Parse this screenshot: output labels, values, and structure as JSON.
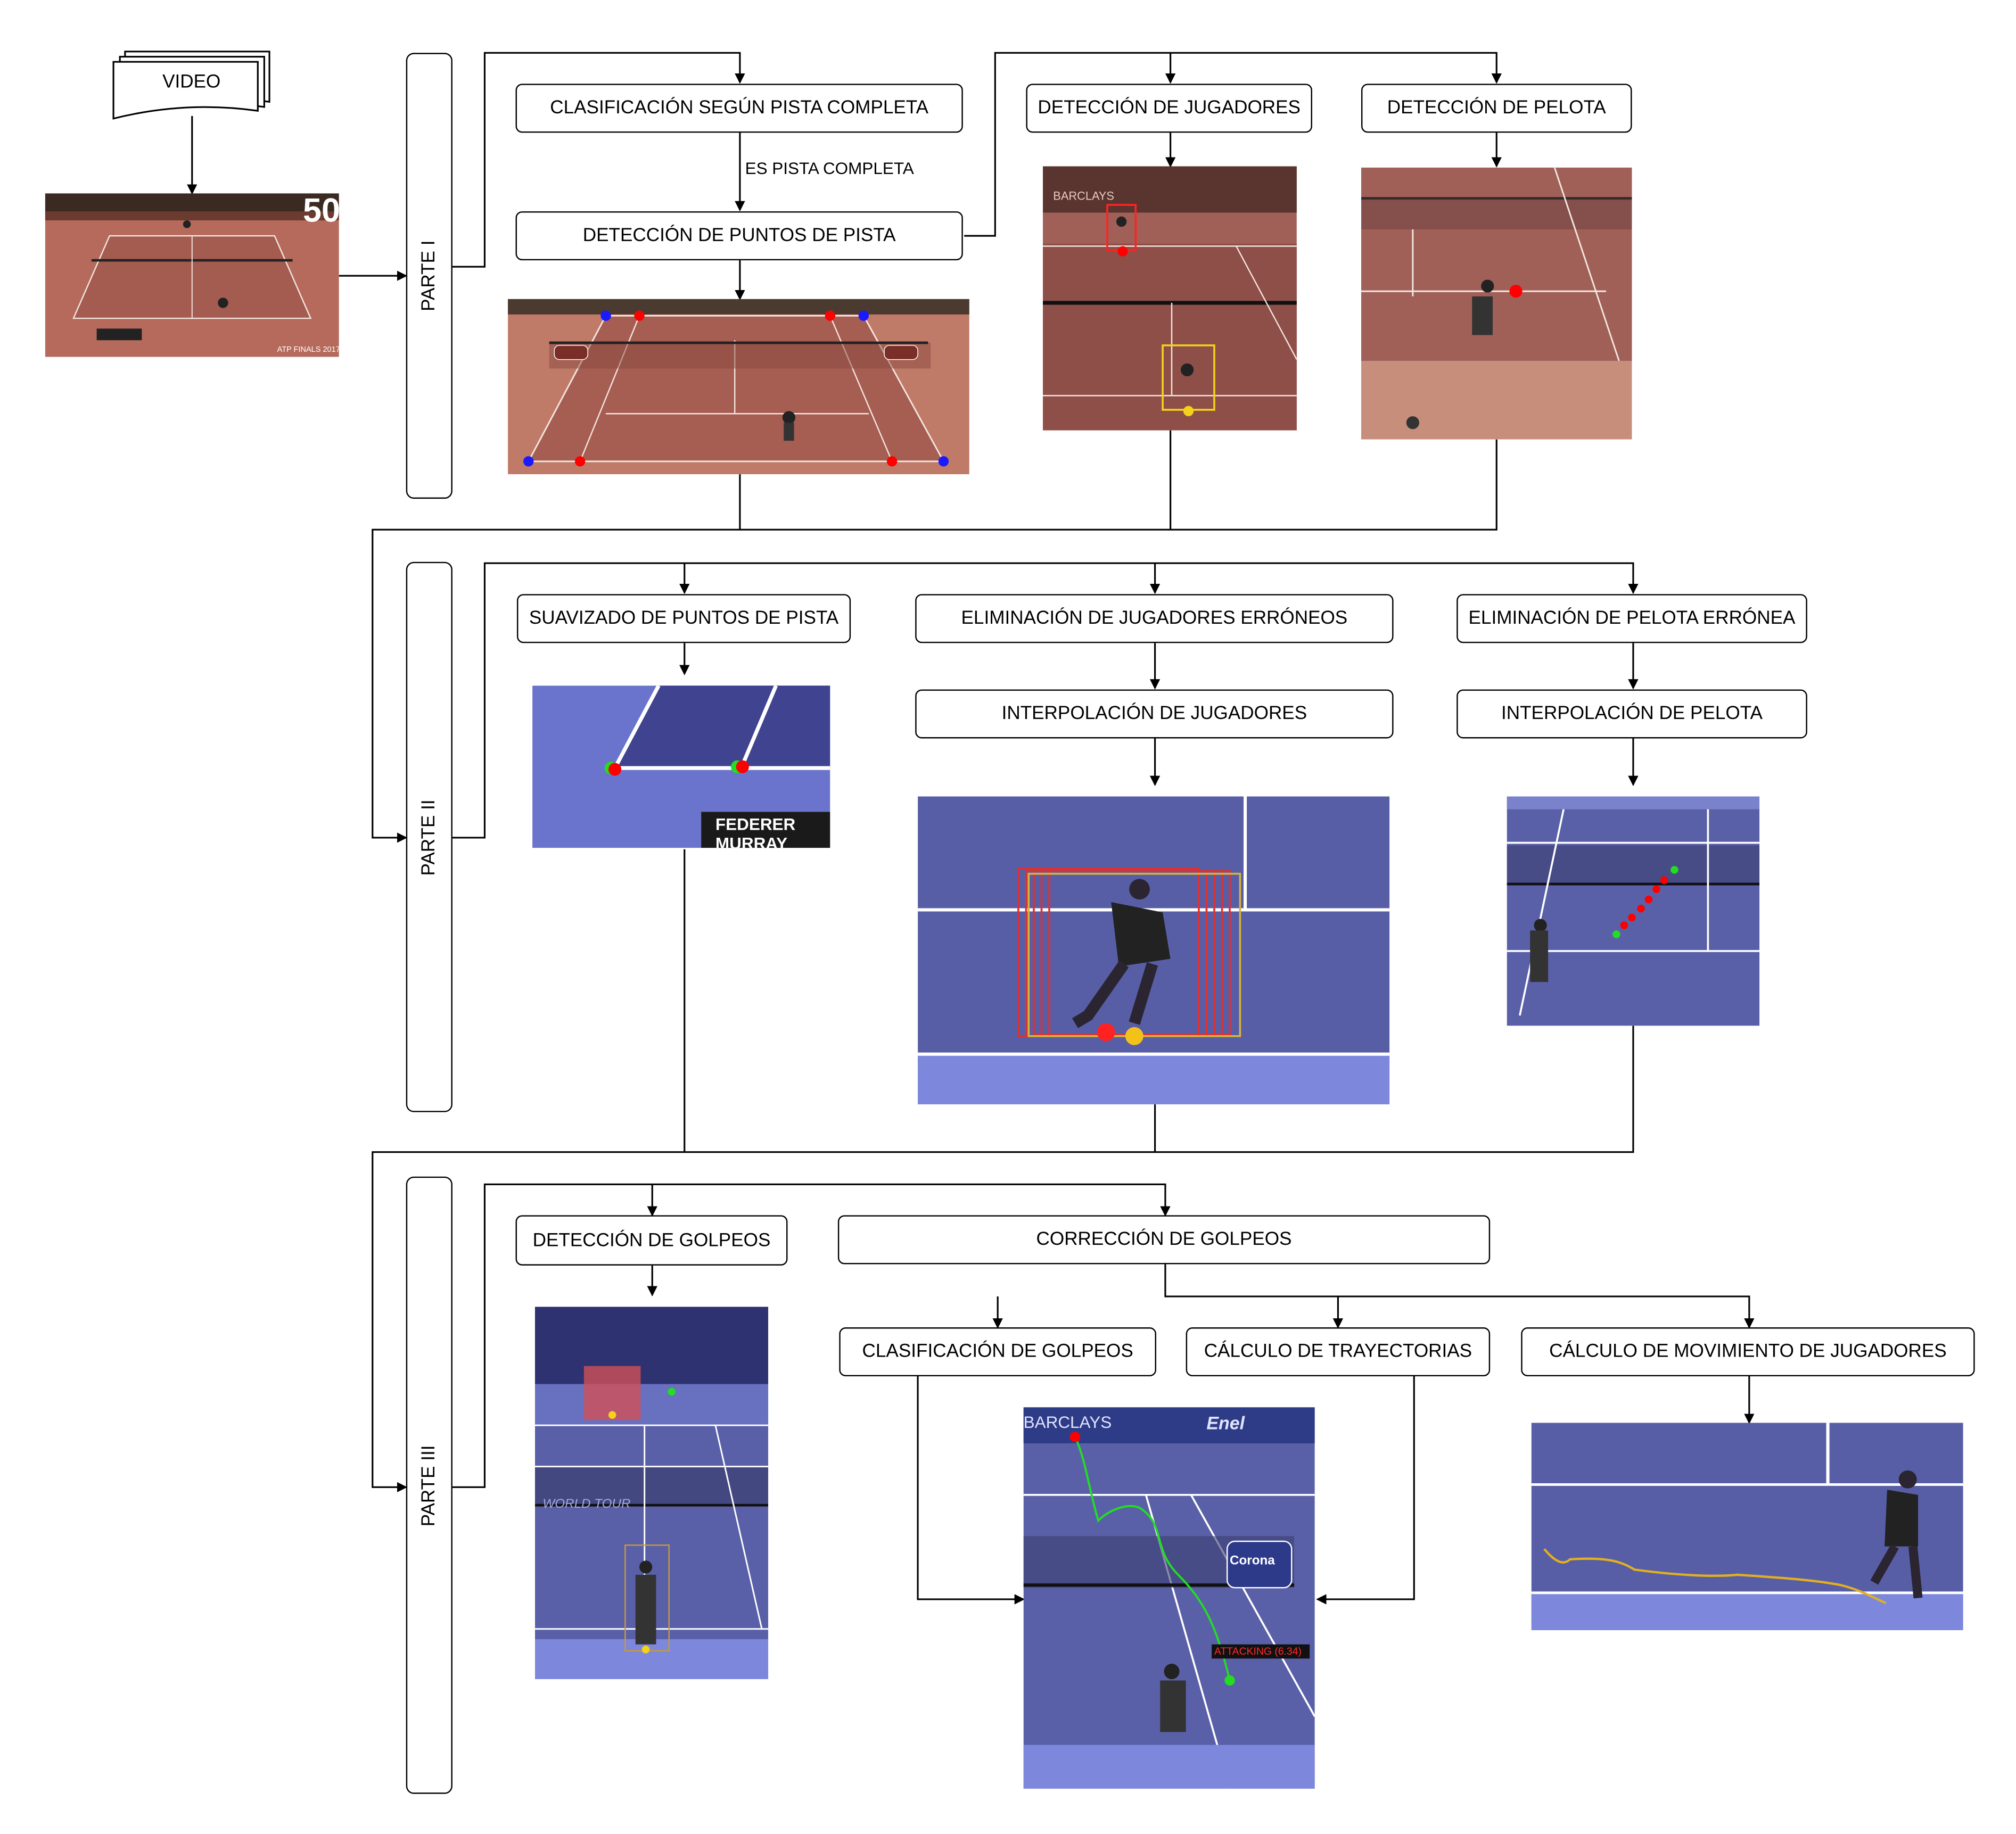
{
  "input": {
    "label": "VIDEO"
  },
  "parts": [
    "PARTE I",
    "PARTE II",
    "PARTE III"
  ],
  "part1": {
    "classify_court": "CLASIFICACIÓN SEGÚN PISTA COMPLETA",
    "condition": "ES PISTA COMPLETA",
    "court_points": "DETECCIÓN DE PUNTOS DE PISTA",
    "player_detection": "DETECCIÓN DE JUGADORES",
    "ball_detection": "DETECCIÓN DE PELOTA"
  },
  "part2": {
    "smoothing": "SUAVIZADO DE PUNTOS DE PISTA",
    "player_removal": "ELIMINACIÓN DE JUGADORES ERRÓNEOS",
    "player_interp": "INTERPOLACIÓN DE JUGADORES",
    "ball_removal": "ELIMINACIÓN DE PELOTA ERRÓNEA",
    "ball_interp": "INTERPOLACIÓN DE PELOTA"
  },
  "part3": {
    "stroke_detection": "DETECCIÓN DE GOLPEOS",
    "stroke_correction": "CORRECCIÓN DE GOLPEOS",
    "stroke_classification": "CLASIFICACIÓN DE GOLPEOS",
    "trajectories": "CÁLCULO DE TRAYECTORIAS",
    "player_movement": "CÁLCULO DE MOVIMIENTO DE JUGADORES"
  },
  "overlays": {
    "score_number": "50",
    "atp_finals": "ATP FINALS 2017",
    "names": "FEDERER\nMURRAY",
    "attacking": "ATTACKING (6.34)",
    "enel": "Enel",
    "corona": "Corona",
    "barclays": "BARCLAYS",
    "world_tour": "WORLD TOUR"
  },
  "colors": {
    "clay": "#b56a5c",
    "hard": "#5c5fa6",
    "line": "#000000",
    "red": "#ff0000",
    "blue": "#1a1aff",
    "green": "#22dd22",
    "yellow": "#f2d21a"
  }
}
